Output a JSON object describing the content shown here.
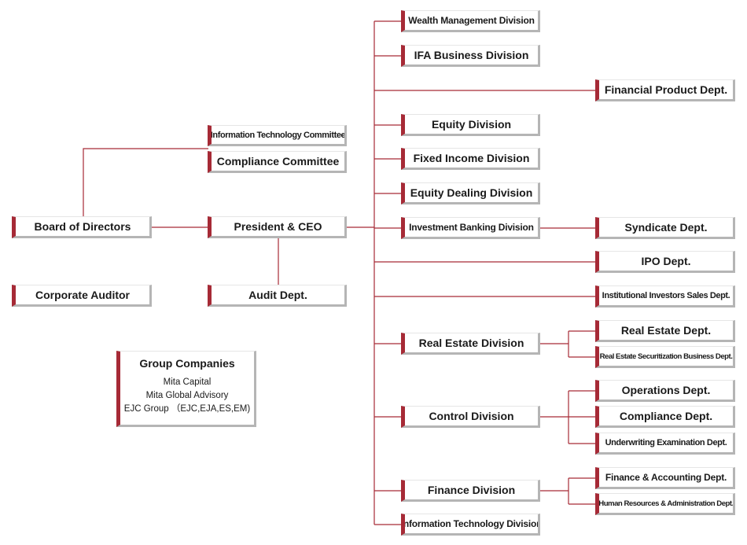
{
  "colors": {
    "accent": "#a62a36",
    "shadow": "#b5b5b5",
    "line": "#a62a36"
  },
  "boxes": {
    "board": "Board of Directors",
    "auditor": "Corporate Auditor",
    "it_committee": "Information Technology Committee",
    "compliance_committee": "Compliance Committee",
    "president": "President & CEO",
    "audit_dept": "Audit Dept.",
    "wealth": "Wealth Management Division",
    "ifa": "IFA Business Division",
    "financial_product": "Financial Product Dept.",
    "equity": "Equity Division",
    "fixed_income": "Fixed Income Division",
    "equity_dealing": "Equity Dealing Division",
    "investment_banking": "Investment Banking Division",
    "syndicate": "Syndicate Dept.",
    "ipo": "IPO Dept.",
    "institutional_sales": "Institutional Investors Sales Dept.",
    "real_estate_div": "Real Estate Division",
    "real_estate_dept": "Real Estate Dept.",
    "re_securitization": "Real Estate Securitization Business Dept.",
    "control_div": "Control Division",
    "operations": "Operations Dept.",
    "compliance_dept": "Compliance Dept.",
    "underwriting": "Underwriting Examination Dept.",
    "finance_div": "Finance Division",
    "finance_accounting": "Finance & Accounting Dept.",
    "human_resources": "Human Resources & Administration Dept.",
    "it_div": "Information Technology Division"
  },
  "group": {
    "title": "Group Companies",
    "companies": [
      "Mita Capital",
      "Mita Global Advisory",
      "EJC Group （EJC,EJA,ES,EM)"
    ]
  }
}
